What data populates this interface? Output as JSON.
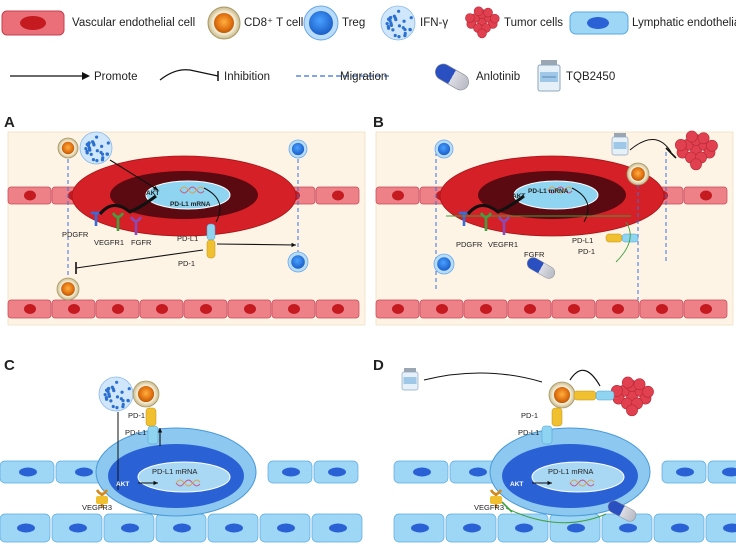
{
  "legend": {
    "row1": [
      {
        "key": "vascular",
        "label": "Vascular endothelial cell"
      },
      {
        "key": "cd8",
        "label": "CD8⁺ T cell"
      },
      {
        "key": "treg",
        "label": "Treg"
      },
      {
        "key": "ifn",
        "label": "IFN-γ"
      },
      {
        "key": "tumor",
        "label": "Tumor cells"
      },
      {
        "key": "lymph",
        "label": "Lymphatic endothelial cell"
      }
    ],
    "row2": [
      {
        "key": "promote",
        "label": "Promote"
      },
      {
        "key": "inhibition",
        "label": "Inhibition"
      },
      {
        "key": "migration",
        "label": "Migration"
      },
      {
        "key": "anlotinib",
        "label": "Anlotinib"
      },
      {
        "key": "tqb",
        "label": "TQB2450"
      }
    ]
  },
  "panels": {
    "A": {
      "letter": "A",
      "labels": {
        "akt": "AKT",
        "mrna": "PD-L1 mRNA",
        "pdgfr": "PDGFR",
        "vegfr1": "VEGFR1",
        "fgfr": "FGFR",
        "pdl1": "PD-L1",
        "pd1": "PD-1"
      }
    },
    "B": {
      "letter": "B",
      "labels": {
        "akt": "AKT",
        "mrna": "PD-L1 mRNA",
        "pdgfr": "PDGFR",
        "vegfr1": "VEGFR1",
        "fgfr": "FGFR",
        "pdl1": "PD-L1",
        "pd1": "PD-1"
      }
    },
    "C": {
      "letter": "C",
      "labels": {
        "akt": "AKT",
        "mrna": "PD-L1 mRNA",
        "pd1": "PD-1",
        "pdl1": "PD-L1",
        "vegfr3": "VEGFR3"
      }
    },
    "D": {
      "letter": "D",
      "labels": {
        "akt": "AKT",
        "mrna": "PD-L1 mRNA",
        "pd1": "PD-1",
        "pdl1": "PD-L1",
        "vegfr3": "VEGFR3"
      }
    }
  },
  "colors": {
    "vessel_outer": "#d42026",
    "vessel_inner": "#5a0a10",
    "nucleus": "#8fd4f0",
    "endothelial": "#ee8088",
    "endothelial_nucleus": "#c41a20",
    "lymph_outer": "#9ed6f5",
    "lymph_inner": "#2a62d6",
    "treg": "#2d7be0",
    "ifn": "#2b6fd0",
    "tumor": "#e04050",
    "migration_line": "#3a6fd8",
    "panel_bg": "#fdf4e6",
    "pd1": "#f0c030",
    "pdl1": "#8fd4f0"
  }
}
